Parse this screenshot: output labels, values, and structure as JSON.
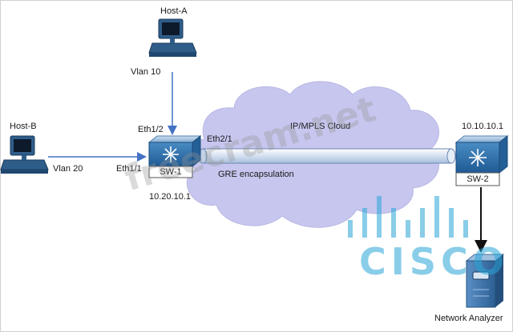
{
  "hosts": {
    "host_a": {
      "name": "Host-A",
      "vlan": "Vlan 10"
    },
    "host_b": {
      "name": "Host-B",
      "vlan": "Vlan 20"
    }
  },
  "switches": {
    "sw1": {
      "name": "SW-1",
      "ip": "10.20.10.1",
      "port_top": "Eth1/2",
      "port_left": "Eth1/1",
      "port_right": "Eth2/1"
    },
    "sw2": {
      "name": "SW-2",
      "ip": "10.10.10.1"
    }
  },
  "cloud": {
    "label": "IP/MPLS Cloud",
    "tunnel_label": "GRE encapsulation"
  },
  "analyzer": {
    "name": "Network Analyzer"
  },
  "watermark": {
    "text": "freecram.net"
  },
  "logo": {
    "text": "CISCO"
  },
  "colors": {
    "cloud_fill": "#c6c6ef",
    "switch_blue": "#3a7ab4",
    "tunnel_fill": "#d6e2f0",
    "arrow": "#4472c4"
  }
}
